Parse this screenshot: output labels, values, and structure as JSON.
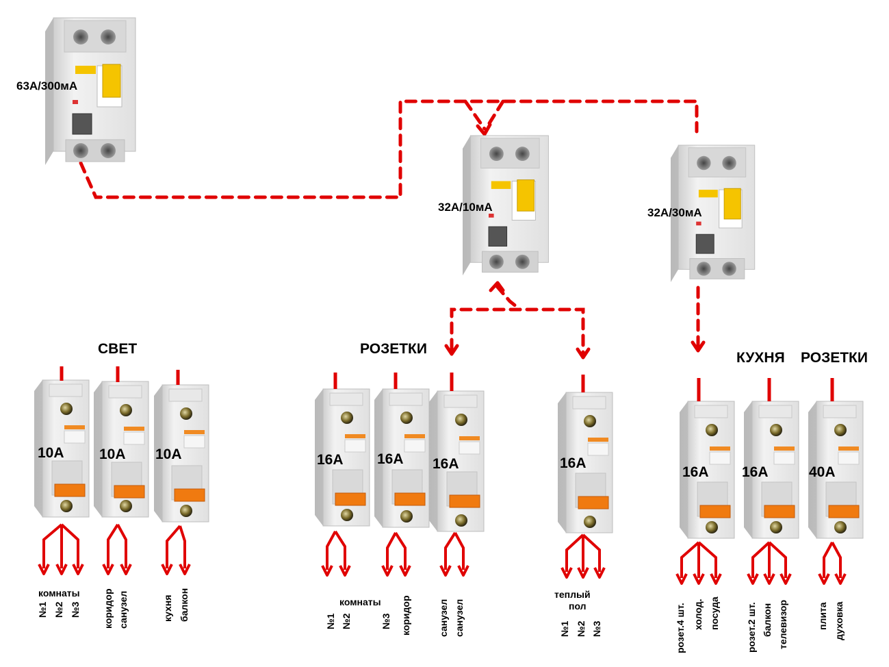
{
  "colors": {
    "wire": "#e00000",
    "device": "#e3e3e3",
    "handle_rcd": "#f5c400",
    "handle_mcb": "#f07a10",
    "text": "#000000"
  },
  "rcds": [
    {
      "id": "main",
      "rating": "63А/300мА"
    },
    {
      "id": "sockets",
      "rating": "32А/10мА"
    },
    {
      "id": "kitchen",
      "rating": "32А/30мА"
    }
  ],
  "headings": {
    "light": "СВЕТ",
    "sockets": "РОЗЕТКИ",
    "kitchen": "КУХНЯ",
    "kitchen_sockets": "РОЗЕТКИ"
  },
  "breakers": [
    "10А",
    "10А",
    "10А",
    "16А",
    "16А",
    "16А",
    "16А",
    "16А",
    "16А",
    "40А"
  ],
  "circuits": {
    "light_rooms_title": "комнаты",
    "light_rooms": [
      "№1",
      "№2",
      "№3"
    ],
    "light_b2": [
      "коридор",
      "санузел"
    ],
    "light_b3": [
      "кухня",
      "балкон"
    ],
    "sock_rooms_title": "комнаты",
    "sock_b1": [
      "№1",
      "№2"
    ],
    "sock_b2": [
      "№3",
      "коридор"
    ],
    "sock_b3": [
      "санузел",
      "санузел"
    ],
    "floor_title": [
      "теплый",
      "пол"
    ],
    "floor": [
      "№1",
      "№2",
      "№3"
    ],
    "kitchen_b1": [
      "розет.4 шт.",
      "холод.",
      "посуда"
    ],
    "kitchen_b2": [
      "розет.2 шт.",
      "балкон",
      "телевизор"
    ],
    "kitchen_b3": [
      "плита",
      "духовка"
    ]
  }
}
